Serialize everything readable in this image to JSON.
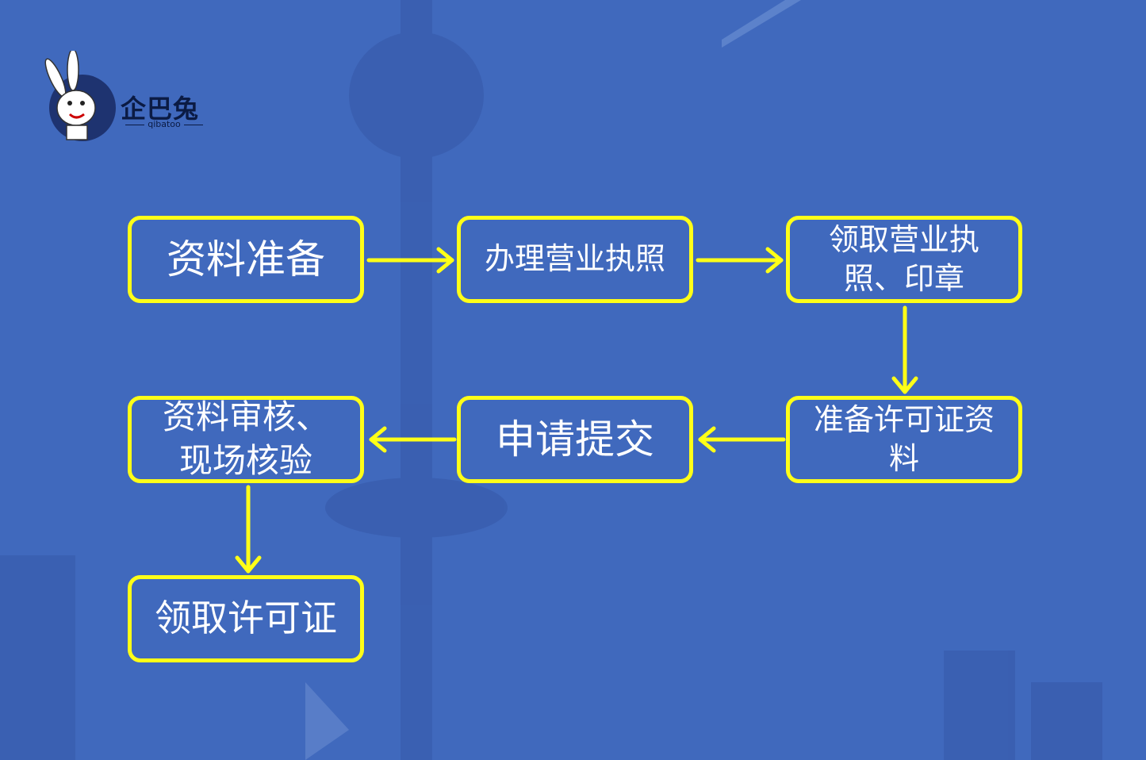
{
  "logo": {
    "name": "企巴兔",
    "sub": "qibatoo"
  },
  "steps": [
    {
      "id": "s1",
      "label": "资料准备"
    },
    {
      "id": "s2",
      "label": "办理营业执照"
    },
    {
      "id": "s3",
      "label": "领取营业执照、印章"
    },
    {
      "id": "s4",
      "label": "准备许可证资料"
    },
    {
      "id": "s5",
      "label": "申请提交"
    },
    {
      "id": "s6",
      "label": "资料审核、现场核验"
    },
    {
      "id": "s7",
      "label": "领取许可证"
    }
  ],
  "colors": {
    "background": "#4069bd",
    "accent": "#ffff17",
    "text": "#ffffff"
  }
}
